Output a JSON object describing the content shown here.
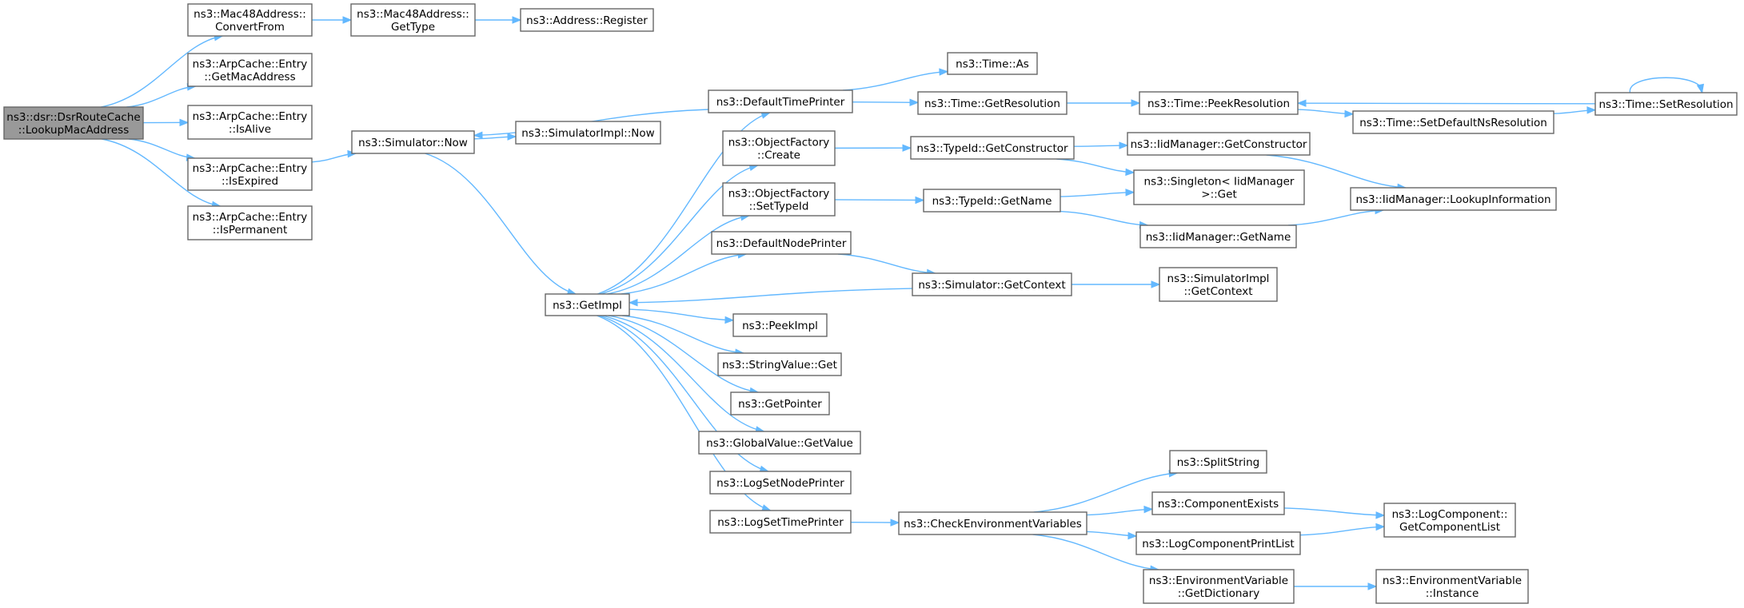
{
  "graph": {
    "nodes": [
      {
        "id": "root",
        "lines": [
          "ns3::dsr::DsrRouteCache",
          "::LookupMacAddress"
        ],
        "root": true
      },
      {
        "id": "mac48_convert",
        "lines": [
          "ns3::Mac48Address::",
          "ConvertFrom"
        ]
      },
      {
        "id": "arp_getmac",
        "lines": [
          "ns3::ArpCache::Entry",
          "::GetMacAddress"
        ]
      },
      {
        "id": "arp_isalive",
        "lines": [
          "ns3::ArpCache::Entry",
          "::IsAlive"
        ]
      },
      {
        "id": "arp_isexpired",
        "lines": [
          "ns3::ArpCache::Entry",
          "::IsExpired"
        ]
      },
      {
        "id": "arp_isperm",
        "lines": [
          "ns3::ArpCache::Entry",
          "::IsPermanent"
        ]
      },
      {
        "id": "mac48_gettype",
        "lines": [
          "ns3::Mac48Address::",
          "GetType"
        ]
      },
      {
        "id": "addr_register",
        "lines": [
          "ns3::Address::Register"
        ]
      },
      {
        "id": "sim_now",
        "lines": [
          "ns3::Simulator::Now"
        ]
      },
      {
        "id": "simimpl_now",
        "lines": [
          "ns3::SimulatorImpl::Now"
        ]
      },
      {
        "id": "getimpl",
        "lines": [
          "ns3::GetImpl"
        ]
      },
      {
        "id": "default_time_printer",
        "lines": [
          "ns3::DefaultTimePrinter"
        ]
      },
      {
        "id": "objfactory_create",
        "lines": [
          "ns3::ObjectFactory",
          "::Create"
        ]
      },
      {
        "id": "objfactory_settypeid",
        "lines": [
          "ns3::ObjectFactory",
          "::SetTypeId"
        ]
      },
      {
        "id": "default_node_printer",
        "lines": [
          "ns3::DefaultNodePrinter"
        ]
      },
      {
        "id": "peekimpl",
        "lines": [
          "ns3::PeekImpl"
        ]
      },
      {
        "id": "stringvalue_get",
        "lines": [
          "ns3::StringValue::Get"
        ]
      },
      {
        "id": "getpointer",
        "lines": [
          "ns3::GetPointer"
        ]
      },
      {
        "id": "globalvalue_getvalue",
        "lines": [
          "ns3::GlobalValue::GetValue"
        ]
      },
      {
        "id": "logsetnodeprinter",
        "lines": [
          "ns3::LogSetNodePrinter"
        ]
      },
      {
        "id": "logsettimeprinter",
        "lines": [
          "ns3::LogSetTimePrinter"
        ]
      },
      {
        "id": "time_as",
        "lines": [
          "ns3::Time::As"
        ]
      },
      {
        "id": "time_getres",
        "lines": [
          "ns3::Time::GetResolution"
        ]
      },
      {
        "id": "typeid_getctor",
        "lines": [
          "ns3::TypeId::GetConstructor"
        ]
      },
      {
        "id": "typeid_getname",
        "lines": [
          "ns3::TypeId::GetName"
        ]
      },
      {
        "id": "sim_getcontext",
        "lines": [
          "ns3::Simulator::GetContext"
        ]
      },
      {
        "id": "check_env",
        "lines": [
          "ns3::CheckEnvironmentVariables"
        ]
      },
      {
        "id": "time_peekres",
        "lines": [
          "ns3::Time::PeekResolution"
        ]
      },
      {
        "id": "iid_getctor",
        "lines": [
          "ns3::IidManager::GetConstructor"
        ]
      },
      {
        "id": "singleton_get",
        "lines": [
          "ns3::Singleton< IidManager",
          " >::Get"
        ]
      },
      {
        "id": "iid_getname",
        "lines": [
          "ns3::IidManager::GetName"
        ]
      },
      {
        "id": "simimpl_getcontext",
        "lines": [
          "ns3::SimulatorImpl",
          "::GetContext"
        ]
      },
      {
        "id": "splitstring",
        "lines": [
          "ns3::SplitString"
        ]
      },
      {
        "id": "component_exists",
        "lines": [
          "ns3::ComponentExists"
        ]
      },
      {
        "id": "logcomp_printlist",
        "lines": [
          "ns3::LogComponentPrintList"
        ]
      },
      {
        "id": "envvar_getdict",
        "lines": [
          "ns3::EnvironmentVariable",
          "::GetDictionary"
        ]
      },
      {
        "id": "time_setdefaultns",
        "lines": [
          "ns3::Time::SetDefaultNsResolution"
        ]
      },
      {
        "id": "time_setres",
        "lines": [
          "ns3::Time::SetResolution"
        ]
      },
      {
        "id": "iid_lookupinfo",
        "lines": [
          "ns3::IidManager::LookupInformation"
        ]
      },
      {
        "id": "logcomp_getlist",
        "lines": [
          "ns3::LogComponent::",
          "GetComponentList"
        ]
      },
      {
        "id": "envvar_instance",
        "lines": [
          "ns3::EnvironmentVariable",
          "::Instance"
        ]
      }
    ],
    "edges": [
      {
        "from": "root",
        "to": "mac48_convert"
      },
      {
        "from": "root",
        "to": "arp_getmac"
      },
      {
        "from": "root",
        "to": "arp_isalive"
      },
      {
        "from": "root",
        "to": "arp_isexpired"
      },
      {
        "from": "root",
        "to": "arp_isperm"
      },
      {
        "from": "mac48_convert",
        "to": "mac48_gettype"
      },
      {
        "from": "mac48_gettype",
        "to": "addr_register"
      },
      {
        "from": "arp_isexpired",
        "to": "sim_now"
      },
      {
        "from": "sim_now",
        "to": "simimpl_now"
      },
      {
        "from": "sim_now",
        "to": "getimpl"
      },
      {
        "from": "default_time_printer",
        "to": "sim_now"
      },
      {
        "from": "getimpl",
        "to": "default_time_printer"
      },
      {
        "from": "getimpl",
        "to": "objfactory_create"
      },
      {
        "from": "getimpl",
        "to": "objfactory_settypeid"
      },
      {
        "from": "getimpl",
        "to": "default_node_printer"
      },
      {
        "from": "getimpl",
        "to": "peekimpl"
      },
      {
        "from": "getimpl",
        "to": "stringvalue_get"
      },
      {
        "from": "getimpl",
        "to": "getpointer"
      },
      {
        "from": "getimpl",
        "to": "globalvalue_getvalue"
      },
      {
        "from": "getimpl",
        "to": "logsetnodeprinter"
      },
      {
        "from": "getimpl",
        "to": "logsettimeprinter"
      },
      {
        "from": "sim_getcontext",
        "to": "getimpl"
      },
      {
        "from": "default_time_printer",
        "to": "time_as"
      },
      {
        "from": "default_time_printer",
        "to": "time_getres"
      },
      {
        "from": "objfactory_create",
        "to": "typeid_getctor"
      },
      {
        "from": "objfactory_settypeid",
        "to": "typeid_getname"
      },
      {
        "from": "default_node_printer",
        "to": "sim_getcontext"
      },
      {
        "from": "logsettimeprinter",
        "to": "check_env"
      },
      {
        "from": "time_getres",
        "to": "time_peekres"
      },
      {
        "from": "typeid_getctor",
        "to": "iid_getctor"
      },
      {
        "from": "typeid_getctor",
        "to": "singleton_get"
      },
      {
        "from": "typeid_getname",
        "to": "singleton_get"
      },
      {
        "from": "typeid_getname",
        "to": "iid_getname"
      },
      {
        "from": "sim_getcontext",
        "to": "simimpl_getcontext"
      },
      {
        "from": "check_env",
        "to": "splitstring"
      },
      {
        "from": "check_env",
        "to": "component_exists"
      },
      {
        "from": "check_env",
        "to": "logcomp_printlist"
      },
      {
        "from": "check_env",
        "to": "envvar_getdict"
      },
      {
        "from": "time_peekres",
        "to": "time_setdefaultns"
      },
      {
        "from": "time_setdefaultns",
        "to": "time_setres"
      },
      {
        "from": "time_setres",
        "to": "time_peekres"
      },
      {
        "from": "time_setres",
        "to": "time_setres"
      },
      {
        "from": "iid_getctor",
        "to": "iid_lookupinfo"
      },
      {
        "from": "iid_getname",
        "to": "iid_lookupinfo"
      },
      {
        "from": "component_exists",
        "to": "logcomp_getlist"
      },
      {
        "from": "logcomp_printlist",
        "to": "logcomp_getlist"
      },
      {
        "from": "envvar_getdict",
        "to": "envvar_instance"
      }
    ]
  }
}
